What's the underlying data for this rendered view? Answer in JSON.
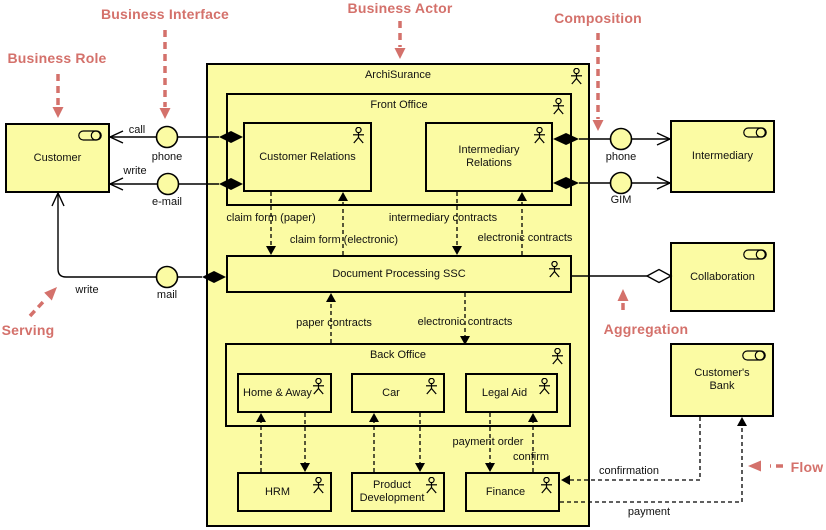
{
  "colors": {
    "node_fill": "#FBFBA3",
    "annotation_red": "#D4716B",
    "line": "#000000",
    "background": "#FFFFFF"
  },
  "annotations": {
    "business_role": {
      "label": "Business Role"
    },
    "business_interface": {
      "label": "Business Interface"
    },
    "business_actor": {
      "label": "Business Actor"
    },
    "composition": {
      "label": "Composition"
    },
    "serving": {
      "label": "Serving"
    },
    "aggregation": {
      "label": "Aggregation"
    },
    "flow": {
      "label": "Flow"
    }
  },
  "nodes": {
    "archisurance": {
      "label": "ArchiSurance",
      "type": "business-actor"
    },
    "front_office": {
      "label": "Front Office",
      "type": "business-actor"
    },
    "customer_relations": {
      "label": "Customer Relations",
      "type": "business-actor"
    },
    "intermediary_relations": {
      "label": "Intermediary Relations",
      "type": "business-actor"
    },
    "document_processing_ssc": {
      "label": "Document Processing SSC",
      "type": "business-actor"
    },
    "back_office": {
      "label": "Back Office",
      "type": "business-actor"
    },
    "home_away": {
      "label": "Home & Away",
      "type": "business-actor"
    },
    "car": {
      "label": "Car",
      "type": "business-actor"
    },
    "legal_aid": {
      "label": "Legal Aid",
      "type": "business-actor"
    },
    "hrm": {
      "label": "HRM",
      "type": "business-actor"
    },
    "product_development": {
      "label": "Product Development",
      "type": "business-actor"
    },
    "finance": {
      "label": "Finance",
      "type": "business-actor"
    },
    "customer": {
      "label": "Customer",
      "type": "business-role"
    },
    "intermediary": {
      "label": "Intermediary",
      "type": "business-role"
    },
    "collaboration": {
      "label": "Collaboration",
      "type": "business-role"
    },
    "customers_bank": {
      "label": "Customer's Bank",
      "type": "business-role"
    }
  },
  "interfaces": {
    "phone_left": {
      "label": "phone"
    },
    "email": {
      "label": "e-mail"
    },
    "mail": {
      "label": "mail"
    },
    "phone_right": {
      "label": "phone"
    },
    "gim": {
      "label": "GIM"
    }
  },
  "edge_labels": {
    "call": "call",
    "write_customer": "write",
    "write_mail": "write",
    "claim_form_paper": "claim form (paper)",
    "claim_form_electronic": "claim form (electronic)",
    "intermediary_contracts": "intermediary contracts",
    "electronic_contracts_front": "electronic contracts",
    "paper_contracts": "paper contracts",
    "electronic_contracts_back": "electronic contracts",
    "payment_order": "payment order",
    "confirm": "confirm",
    "confirmation": "confirmation",
    "payment": "payment"
  }
}
